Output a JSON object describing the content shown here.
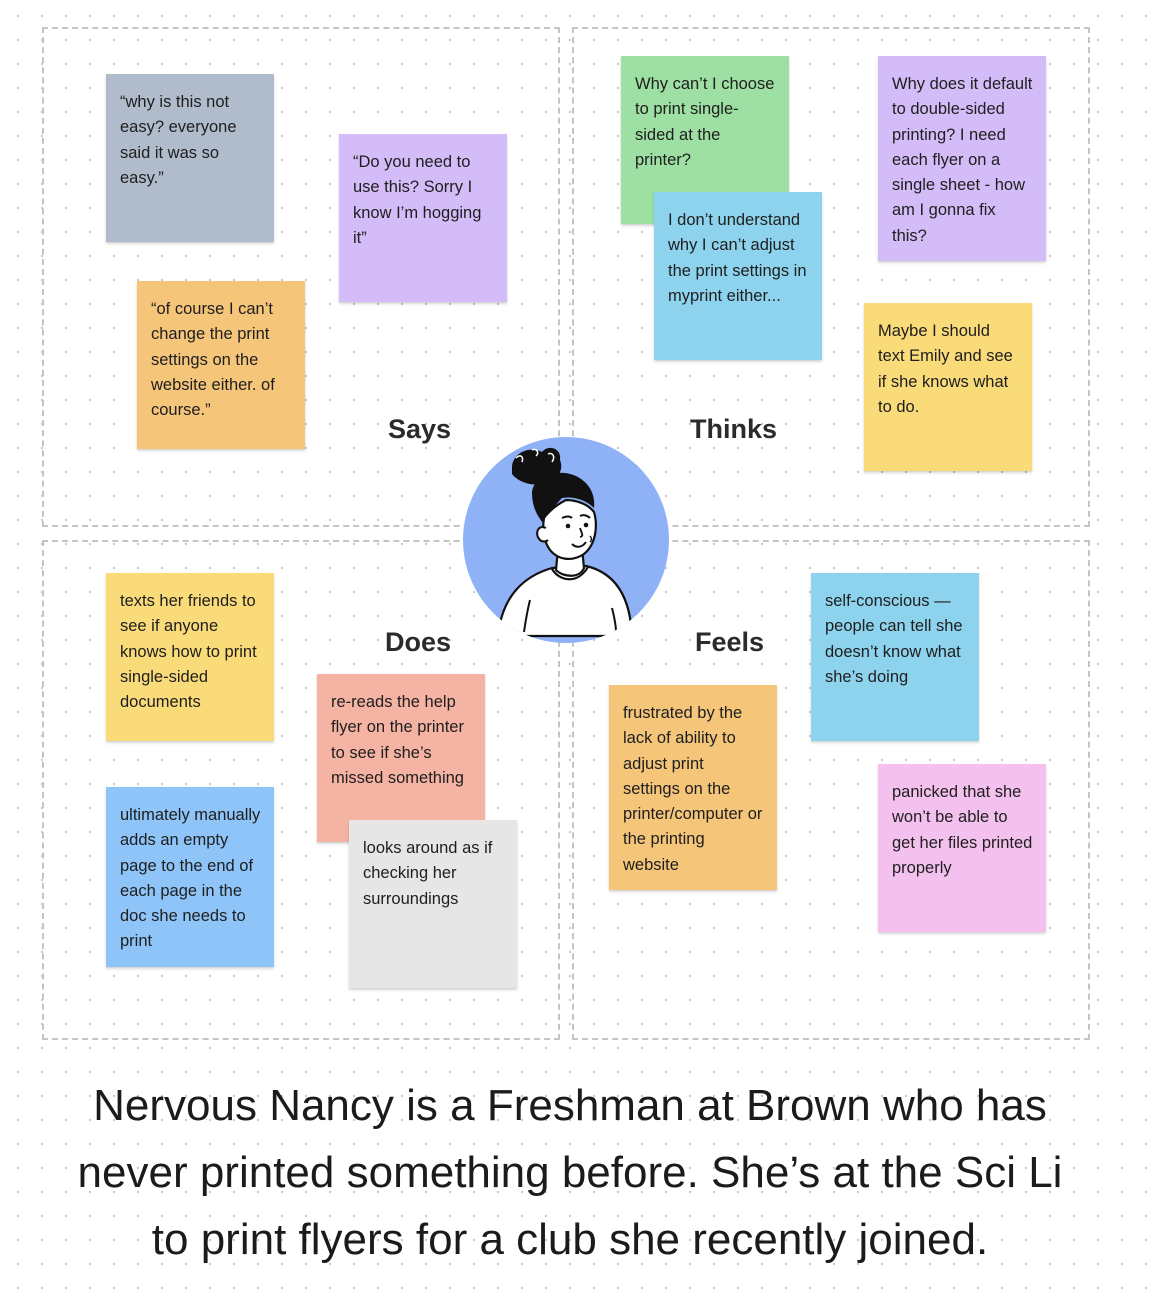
{
  "labels": {
    "says": "Says",
    "thinks": "Thinks",
    "does": "Does",
    "feels": "Feels"
  },
  "notes": {
    "says_easy": "“why is this not easy? everyone said it was so easy.”",
    "says_hogging": "“Do you need to use this? Sorry I know I’m hogging it”",
    "says_of_course": "“of course I can’t change the print settings on the website either. of course.”",
    "thinks_single_sided": "Why can’t I choose to print single-sided at the printer?",
    "thinks_adjust": "I don’t understand why I can’t adjust the print settings in myprint either...",
    "thinks_double_sided": "Why does it default to double-sided printing? I need each flyer on a single sheet - how am I gonna fix this?",
    "thinks_emily": "Maybe I should text Emily and see if she knows what to do.",
    "does_texts": "texts her friends to see if anyone knows how to print single-sided documents",
    "does_rereads": "re-reads the help flyer on the printer to see if she’s missed something",
    "does_looks_around": "looks around as if checking her surroundings",
    "does_empty_page": "ultimately manually adds an empty page to the end of each page in the doc she needs to print",
    "feels_self_conscious": "self-conscious — people can tell she doesn’t know what she’s doing",
    "feels_frustrated": "frustrated by the lack of ability to adjust print settings on the printer/computer or the printing website",
    "feels_panicked": "panicked that she won’t be able to get her files printed properly"
  },
  "caption": {
    "line1": "Nervous Nancy is a Freshman at Brown who has",
    "line2": "never printed something before. She’s at the Sci Li",
    "line3": "to print flyers for a club she recently joined."
  },
  "colors": {
    "slate": "#b0bbcc",
    "purple": "#d4bcf8",
    "orange": "#f5c57a",
    "green": "#9edfa3",
    "cyan": "#8dd3ed",
    "yellow": "#fadb7a",
    "salmon": "#f5b3a4",
    "gray": "#e6e6e6",
    "blue": "#8ec4f8",
    "pink": "#f4c1ee",
    "avatar": "#8fb2f7"
  },
  "icons": {
    "avatar": "woman-with-bun-avatar"
  }
}
